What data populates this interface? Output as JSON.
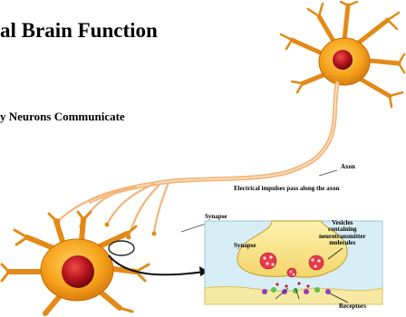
{
  "title": "al Brain Function",
  "subtitle": "y Neurons Communicate",
  "labels": {
    "axon": "Axon",
    "impulses": "Electrical impulses pass along  the axon",
    "synapse_outer": "Synapse",
    "synapse_inner": "Synapse",
    "vesicles": "Vesicles\ncontaining\nneurotransmitter\nmolecules",
    "receptors": "Receptors"
  },
  "colors": {
    "neuron_body": "#f6a21c",
    "neuron_edge": "#c96a00",
    "nucleus": "#b5121b",
    "axon": "#f2b57a",
    "terminal": "#f7e68a",
    "cleft": "#d8eef6",
    "vesicle": "#e83a4a",
    "receptor": "#9c3bb5",
    "receptor_alt": "#5cc04a"
  }
}
